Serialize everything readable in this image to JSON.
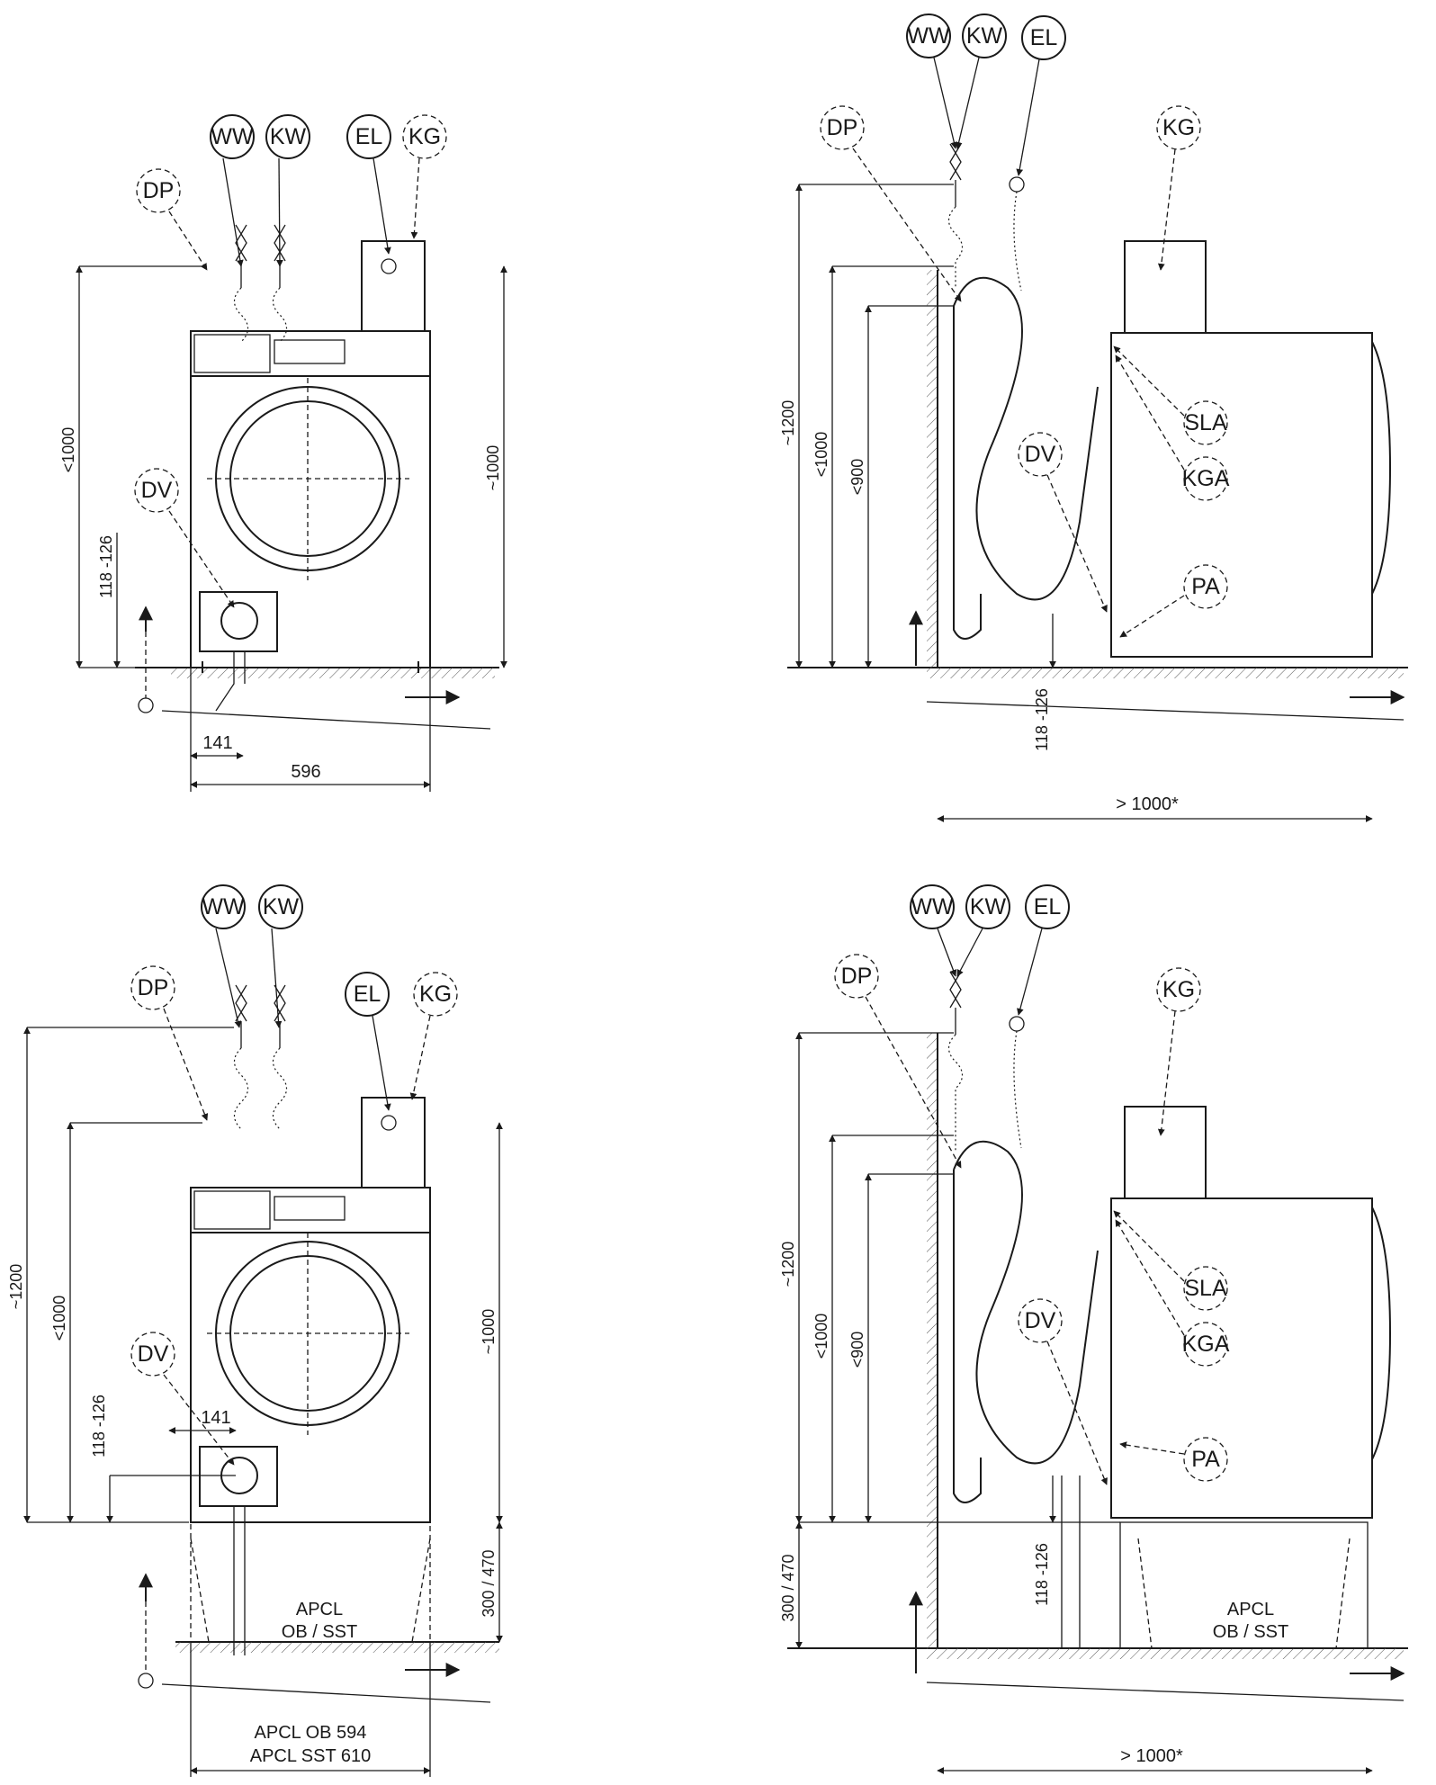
{
  "labels": {
    "ww": "WW",
    "kw": "KW",
    "el": "EL",
    "kg": "KG",
    "dp": "DP",
    "dv": "DV",
    "sla": "SLA",
    "kga": "KGA",
    "pa": "PA"
  },
  "dims": {
    "lt1000": "<1000",
    "approx1000": "~1000",
    "approx1200": "~1200",
    "lt900": "<900",
    "range118_126": "118 -126",
    "d141": "141",
    "d596": "596",
    "gt1000": "> 1000*",
    "d300_470": "300 / 470",
    "d300_470b": "300 /  470"
  },
  "stand": {
    "line1": "APCL",
    "line2": "OB / SST",
    "width1": "APCL OB 594",
    "width2": "APCL SST 610"
  },
  "colors": {
    "ink": "#1a1a1a",
    "bg": "#ffffff"
  }
}
